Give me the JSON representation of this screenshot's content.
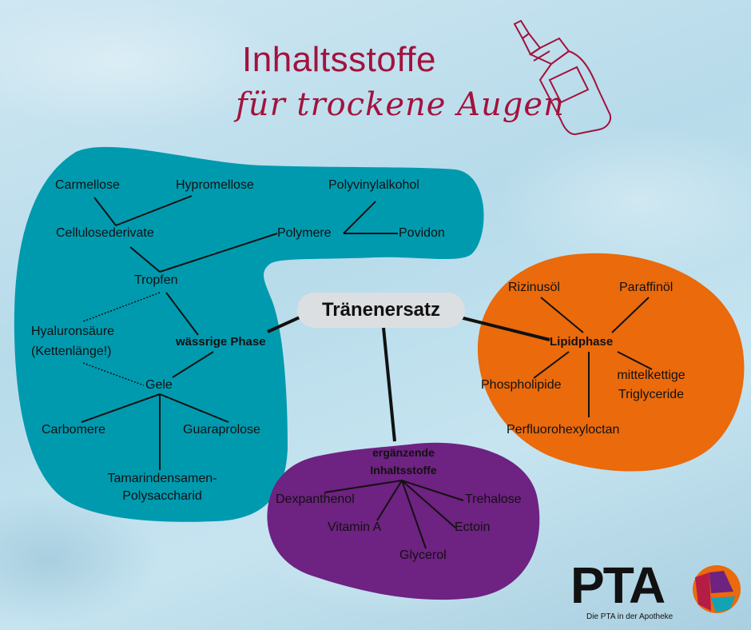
{
  "header": {
    "title": "Inhaltsstoffe",
    "subtitle": "für trockene Augen",
    "illustration": "eye-drop-bottle-icon"
  },
  "colors": {
    "title": "#a3123d",
    "aqueous_blob": "#009aaf",
    "lipid_blob": "#ea6a0c",
    "supplement_blob": "#6e2281",
    "hub": "#dcdfe1"
  },
  "hub": {
    "label": "Tränenersatz"
  },
  "aqueous": {
    "label": "wässrige Phase",
    "tropfen": "Tropfen",
    "cellulose": "Cellulosederivate",
    "carmellose": "Carmellose",
    "hypromellose": "Hypromellose",
    "polymere": "Polymere",
    "polyvinylalkohol": "Polyvinylalkohol",
    "povidon": "Povidon",
    "hyaluron_line1": "Hyaluronsäure",
    "hyaluron_line2": "(Kettenlänge!)",
    "gele": "Gele",
    "carbomere": "Carbomere",
    "guaraprolose": "Guaraprolose",
    "tamarind_line1": "Tamarindensamen-",
    "tamarind_line2": "Polysaccharid"
  },
  "lipid": {
    "label": "Lipidphase",
    "rizinusoel": "Rizinusöl",
    "paraffinoel": "Paraffinöl",
    "phospholipide": "Phospholipide",
    "mct_line1": "mittelkettige",
    "mct_line2": "Triglyceride",
    "perfluoro": "Perfluorohexyloctan"
  },
  "supplement": {
    "label_line1": "ergänzende",
    "label_line2": "Inhaltsstoffe",
    "dexpanthenol": "Dexpanthenol",
    "vitamin_a": "Vitamin A",
    "glycerol": "Glycerol",
    "ectoin": "Ectoin",
    "trehalose": "Trehalose"
  },
  "logo": {
    "wordmark": "PTA",
    "tagline": "Die PTA in der Apotheke"
  }
}
